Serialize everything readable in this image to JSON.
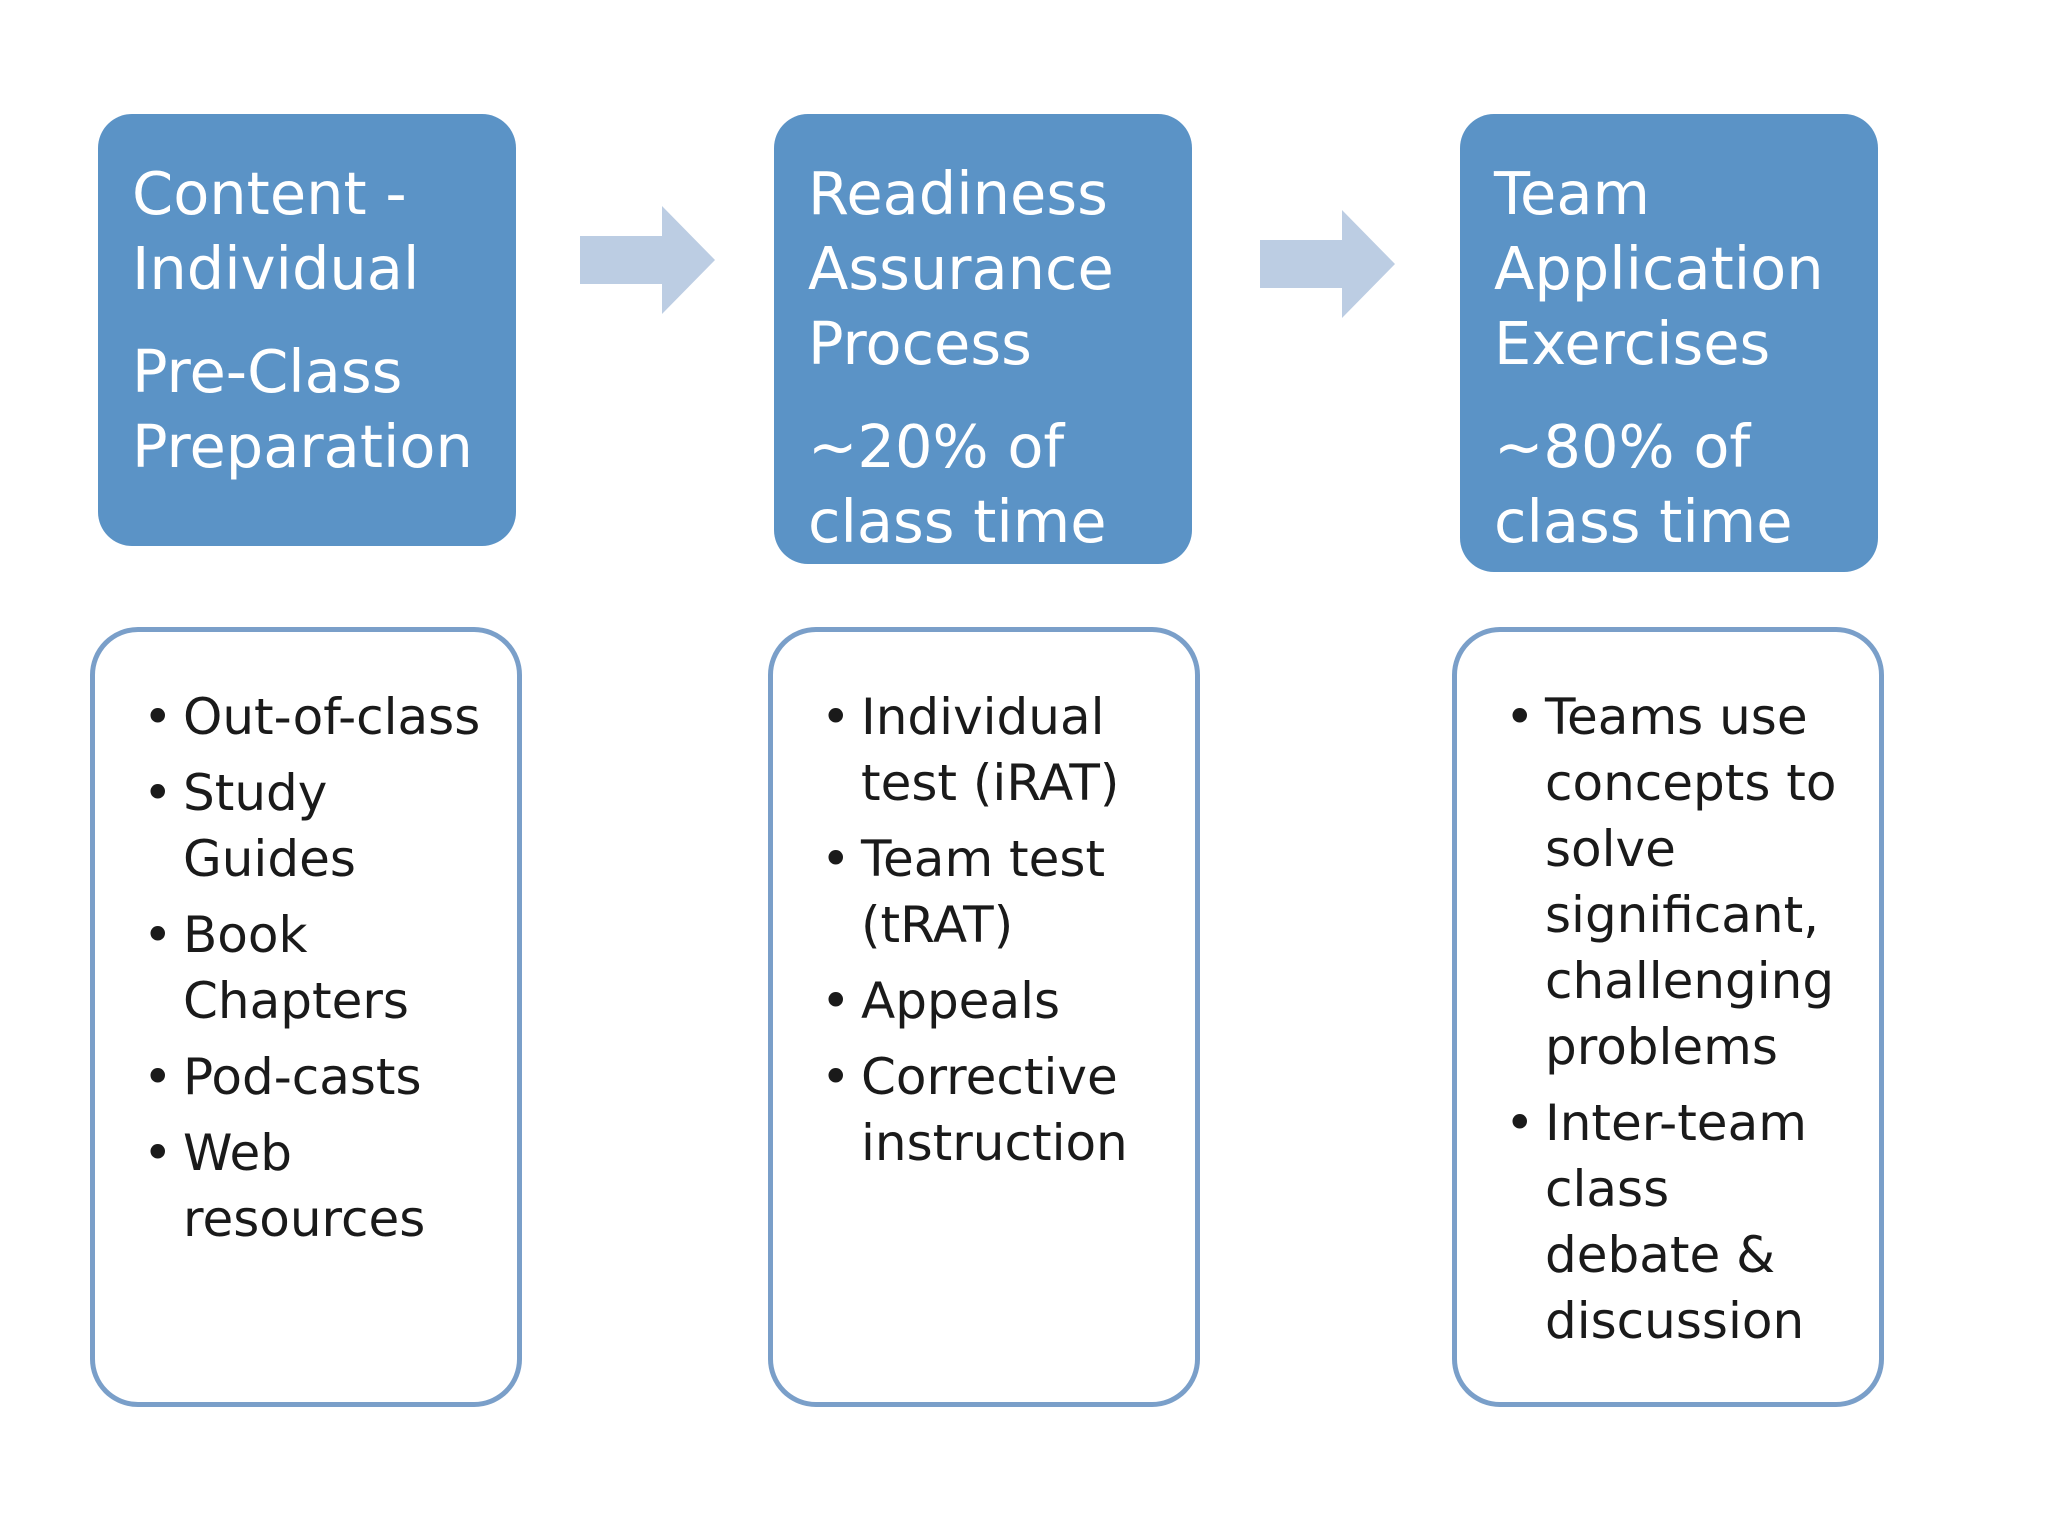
{
  "colors": {
    "header_fill": "#5b93c6",
    "header_text": "#ffffff",
    "detail_border": "#7a9fc9",
    "arrow_fill": "#bccde3",
    "text": "#1a1a1a"
  },
  "steps": [
    {
      "header": {
        "title_lines": [
          "Content  -",
          "Individual"
        ],
        "sub_lines": [
          "Pre-Class",
          "Preparation"
        ]
      },
      "items": [
        "Out-of-class",
        "Study Guides",
        "Book Chapters",
        "Pod-casts",
        "Web resources"
      ]
    },
    {
      "header": {
        "title_lines": [
          "Readiness",
          "Assurance",
          "Process"
        ],
        "sub_lines": [
          "~20% of",
          "class time"
        ]
      },
      "items": [
        "Individual test (iRAT)",
        "Team test (tRAT)",
        "Appeals",
        "Corrective instruction"
      ]
    },
    {
      "header": {
        "title_lines": [
          "Team",
          "Application",
          "Exercises"
        ],
        "sub_lines": [
          "~80%  of",
          "class time"
        ]
      },
      "items": [
        "Teams use concepts to solve significant, challenging problems",
        "Inter-team class debate & discussion"
      ]
    }
  ],
  "bullet_glyph": "•"
}
